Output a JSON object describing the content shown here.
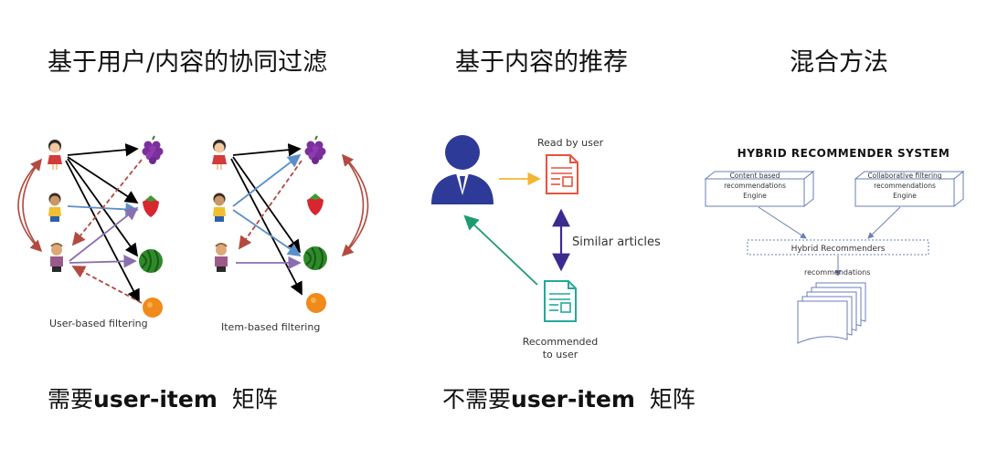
{
  "headings": {
    "collaborative": "基于用户/内容的协同过滤",
    "content_based": "基于内容的推荐",
    "hybrid": "混合方法"
  },
  "captions": {
    "collaborative_prefix": "需要",
    "collaborative_term": "user-item",
    "collaborative_suffix": "矩阵",
    "content_prefix": "不需要",
    "content_term": "user-item",
    "content_suffix": "矩阵"
  },
  "collab_diagram": {
    "user_based_label": "User-based filtering",
    "item_based_label": "Item-based filtering"
  },
  "content_diagram": {
    "read_by_user": "Read by user",
    "similar_articles": "Similar articles",
    "recommended_line1": "Recommended",
    "recommended_line2": "to user"
  },
  "hybrid_diagram": {
    "title": "HYBRID RECOMMENDER SYSTEM",
    "content_engine_line1": "Content based",
    "content_engine_line2": "recommendations",
    "content_engine_line3": "Engine",
    "collab_engine_line1": "Collaborative filtering",
    "collab_engine_line2": "recommendations",
    "collab_engine_line3": "Engine",
    "hybrid_box": "Hybrid Recommenders",
    "recommendations": "recommendations"
  },
  "colors": {
    "black_arrow": "#000000",
    "blue_arrow": "#5b8fc7",
    "purple_arrow": "#8a6fb0",
    "red_dashed": "#b24a3f",
    "user_icon": "#2e3a97",
    "doc_red": "#e8543f",
    "doc_teal": "#22a99c",
    "hybrid_line": "#6a7fb5"
  }
}
